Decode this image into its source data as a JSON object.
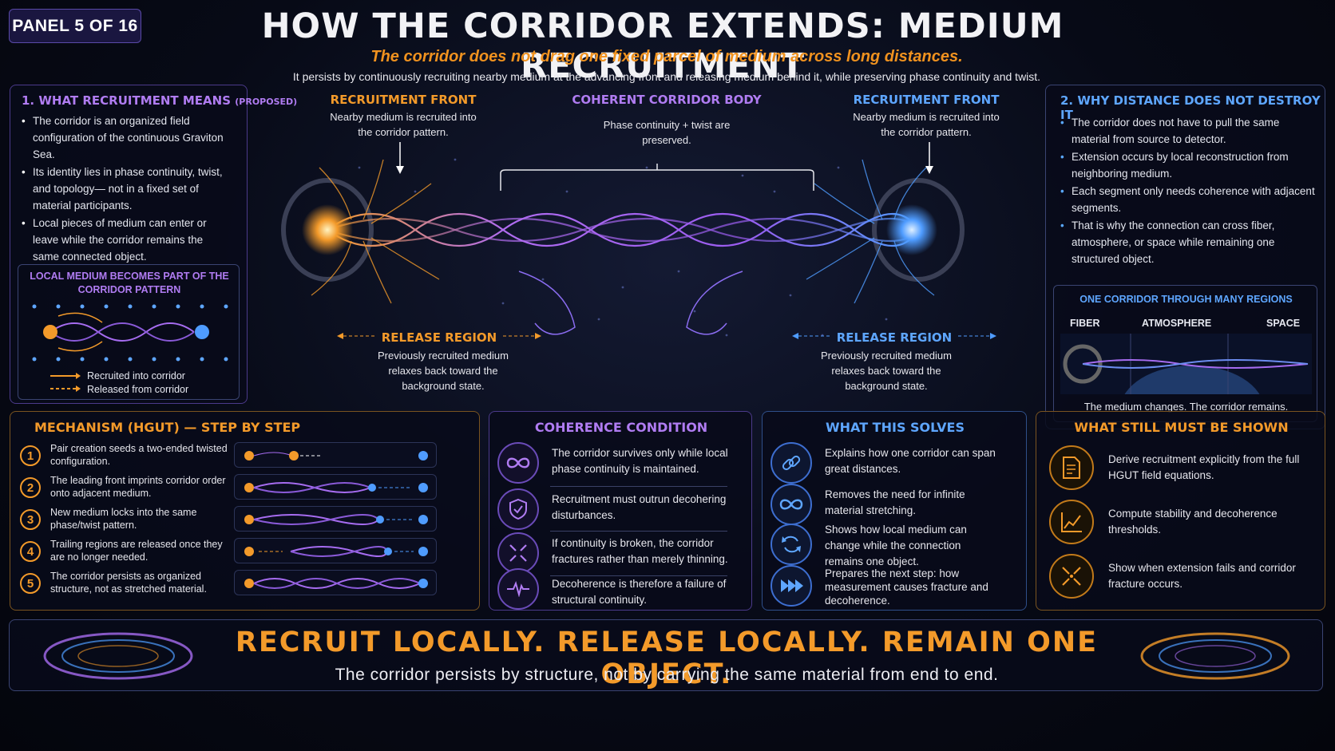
{
  "header": {
    "badge": "PANEL 5 OF 16",
    "title": "HOW THE CORRIDOR EXTENDS: MEDIUM RECRUITMENT",
    "subtitle": "The corridor does not drag one fixed parcel of medium across long distances.",
    "subline": "It persists by continuously recruiting nearby medium at the advancing front and releasing medium behind it, while preserving phase continuity and twist."
  },
  "left_panel": {
    "title": "1. WHAT RECRUITMENT MEANS",
    "title_tag": "(PROPOSED)",
    "bullets": [
      "The corridor is an organized field configuration of the continuous Graviton Sea.",
      "Its identity lies in phase continuity, twist, and topology— not in a fixed set of material participants.",
      "Local pieces of medium can enter or leave while the corridor remains the same connected object."
    ],
    "inset_title": "LOCAL MEDIUM BECOMES PART OF THE CORRIDOR PATTERN",
    "legend_recruited": "Recruited into corridor",
    "legend_released": "Released from corridor"
  },
  "center": {
    "front_left_title": "RECRUITMENT FRONT",
    "front_left_desc": "Nearby medium is recruited into the corridor pattern.",
    "body_title": "COHERENT CORRIDOR BODY",
    "body_desc": "Phase continuity + twist are preserved.",
    "front_right_title": "RECRUITMENT FRONT",
    "front_right_desc": "Nearby medium is recruited into the corridor pattern.",
    "release_left_title": "RELEASE REGION",
    "release_left_desc": "Previously recruited medium relaxes back toward the background state.",
    "release_right_title": "RELEASE REGION",
    "release_right_desc": "Previously recruited medium relaxes back toward the background state."
  },
  "right_panel": {
    "title": "2. WHY DISTANCE DOES NOT DESTROY IT",
    "bullets": [
      "The corridor does not have to pull the same material from source to detector.",
      "Extension occurs by local reconstruction from neighboring medium.",
      "Each segment only needs coherence with adjacent segments.",
      "That is why the connection can cross fiber, atmosphere, or space while remaining one structured object."
    ],
    "inset_title": "ONE CORRIDOR THROUGH MANY REGIONS",
    "regions": [
      "FIBER",
      "ATMOSPHERE",
      "SPACE"
    ],
    "caption": "The medium changes. The corridor remains."
  },
  "mechanism": {
    "title": "MECHANISM (HGUT) — STEP BY STEP",
    "steps": [
      {
        "num": "1",
        "text": "Pair creation seeds a two-ended twisted configuration."
      },
      {
        "num": "2",
        "text": "The leading front imprints corridor order onto adjacent medium."
      },
      {
        "num": "3",
        "text": "New medium locks into the same phase/twist pattern."
      },
      {
        "num": "4",
        "text": "Trailing regions are released once they are no longer needed."
      },
      {
        "num": "5",
        "text": "The corridor persists as organized structure, not as stretched material."
      }
    ]
  },
  "coherence": {
    "title": "COHERENCE CONDITION",
    "items": [
      {
        "icon": "infinity-icon",
        "text": "The corridor survives only while local phase continuity is maintained."
      },
      {
        "icon": "shield-icon",
        "text": "Recruitment must outrun decohering disturbances."
      },
      {
        "icon": "fracture-icon",
        "text": "If continuity is broken, the corridor fractures rather than merely thinning."
      },
      {
        "icon": "waveform-icon",
        "text": "Decoherence is therefore a failure of structural continuity."
      }
    ]
  },
  "solves": {
    "title": "WHAT THIS SOLVES",
    "items": [
      {
        "icon": "link-icon",
        "text": "Explains how one corridor can span great distances."
      },
      {
        "icon": "infinity-icon",
        "text": "Removes the need for infinite material stretching."
      },
      {
        "icon": "cycle-icon",
        "text": "Shows how local medium can change while the connection remains one object."
      },
      {
        "icon": "fast-forward-icon",
        "text": "Prepares the next step: how measurement causes fracture and decoherence."
      }
    ]
  },
  "still": {
    "title": "WHAT STILL MUST BE SHOWN",
    "items": [
      {
        "icon": "document-icon",
        "text": "Derive recruitment explicitly from the full HGUT field equations."
      },
      {
        "icon": "trend-chart-icon",
        "text": "Compute stability and decoherence thresholds."
      },
      {
        "icon": "break-icon",
        "text": "Show when extension fails and corridor fracture occurs."
      }
    ]
  },
  "footer": {
    "slogan": "RECRUIT LOCALLY. RELEASE LOCALLY. REMAIN ONE OBJECT.",
    "tagline": "The corridor persists by structure, not by carrying the same material from end to end."
  },
  "colors": {
    "orange": "#f39a2a",
    "purple": "#a66cf0",
    "blue": "#4f9cff",
    "bg": "#05070f"
  }
}
